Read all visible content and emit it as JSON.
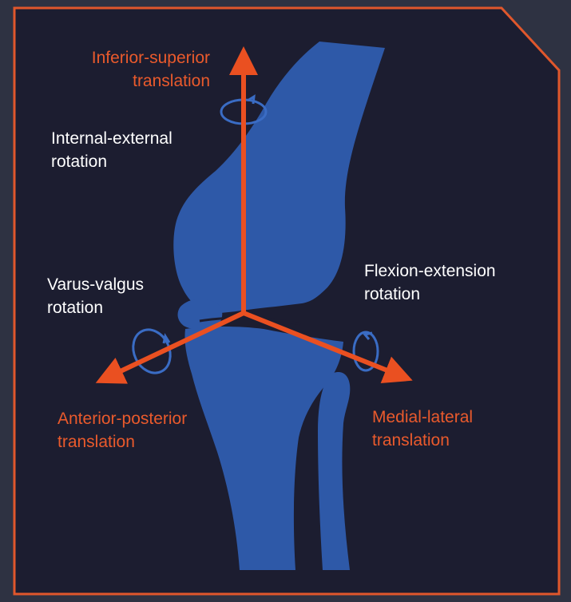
{
  "colors": {
    "background": "#1c1d30",
    "outer_background": "#2e3242",
    "frame": "#e0572c",
    "bone": "#2e59a8",
    "arrow": "#ea5021",
    "rotation_marker": "#3a6cc4",
    "white_label": "#ffffff",
    "orange_label": "#ea5a2c"
  },
  "labels": {
    "inferior_superior": {
      "line1": "Inferior-superior",
      "line2": "translation"
    },
    "internal_external": {
      "line1": "Internal-external",
      "line2": "rotation"
    },
    "varus_valgus": {
      "line1": "Varus-valgus",
      "line2": "rotation"
    },
    "flexion_extension": {
      "line1": "Flexion-extension",
      "line2": "rotation"
    },
    "anterior_posterior": {
      "line1": "Anterior-posterior",
      "line2": "translation"
    },
    "medial_lateral": {
      "line1": "Medial-lateral",
      "line2": "translation"
    }
  },
  "icons": {
    "axis_arrows": "arrow-icon",
    "rotation_markers": "rotation-arrow-icon",
    "knee": "knee-joint-icon"
  }
}
